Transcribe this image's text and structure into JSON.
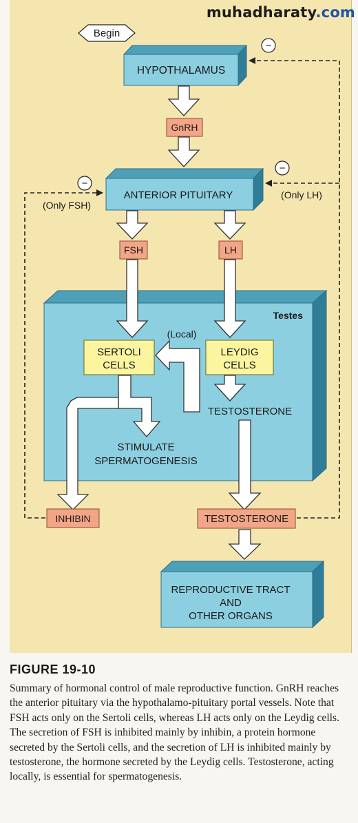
{
  "watermark": {
    "prefix": "muhadharaty",
    "suffix": ".com"
  },
  "diagram": {
    "begin": "Begin",
    "minus": "−",
    "hypothalamus": "HYPOTHALAMUS",
    "gnrh": "GnRH",
    "anterior_pituitary": "ANTERIOR PITUITARY",
    "only_fsh": "(Only FSH)",
    "only_lh": "(Only LH)",
    "fsh": "FSH",
    "lh": "LH",
    "testes": "Testes",
    "local": "(Local)",
    "sertoli_line1": "SERTOLI",
    "sertoli_line2": "CELLS",
    "leydig_line1": "LEYDIG",
    "leydig_line2": "CELLS",
    "testosterone_inner": "TESTOSTERONE",
    "stimulate_line1": "STIMULATE",
    "stimulate_line2": "SPERMATOGENESIS",
    "inhibin": "INHIBIN",
    "testosterone_outer": "TESTOSTERONE",
    "repro_line1": "REPRODUCTIVE TRACT",
    "repro_line2": "AND",
    "repro_line3": "OTHER ORGANS"
  },
  "caption": {
    "title": "FIGURE 19-10",
    "text": "Summary of hormonal control of male reproductive function. GnRH reaches the anterior pituitary via the hypothalamo-pituitary portal vessels. Note that FSH acts only on the Sertoli cells, whereas LH acts only on the Leydig cells. The secretion of FSH is inhibited mainly by inhibin, a protein hormone secreted by the Sertoli cells, and the secretion of LH is inhibited mainly by testosterone, the hormone secreted by the Leydig cells. Testosterone, acting locally, is essential for spermatogenesis."
  },
  "colors": {
    "panel": "#f5e6b0",
    "box_face": "#8ccfe0",
    "box_top": "#4e9fb8",
    "box_side": "#2f7d96",
    "hormone_box": "#f3a587",
    "cell_box": "#fbf5a0",
    "arrow_fill": "#ffffff"
  }
}
